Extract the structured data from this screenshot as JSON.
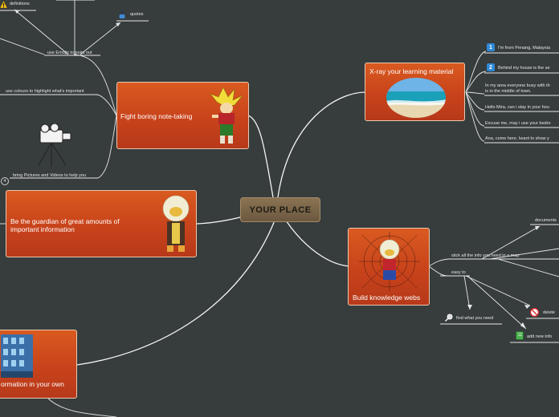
{
  "central": {
    "title": "YOUR PLACE"
  },
  "topics": {
    "note_taking": "Fight boring note-taking",
    "guardian": "Be the guardian of great amounts of important information",
    "xray": "X-ray your learning material",
    "webs": "Build knowledge webs",
    "own_words": "ormation in your own"
  },
  "labels": {
    "definitions": "definitions",
    "quotes": "quotes",
    "emojis": "use Emojis to point out",
    "colours": "use colours to highlight what's important",
    "pictures": "bring Pictures and Videos to help you",
    "pictures_count": "4",
    "penang": "I'm from Penang, Malaysia",
    "house": "Behind my house is the se",
    "area_1": "In my area everyone busy with th",
    "area_2": "is in the middle of town.",
    "mira": "Hello Mira, can i stay in your hou",
    "excuse": "Excuse me, may i use your bedro",
    "ana": "Ana, come here. Iwant to show y",
    "documents": "documents",
    "stick": "stick all the info you need in a map",
    "easy": "easy to",
    "find": "find what you need",
    "delete": "delete",
    "add": "add new info"
  },
  "badges": {
    "one": "1",
    "two": "2"
  },
  "colors": {
    "background": "#373c3d",
    "topic": "#c8431b",
    "central": "#7b664a",
    "connector": "#ffffff",
    "badge": "#2d89d6"
  }
}
